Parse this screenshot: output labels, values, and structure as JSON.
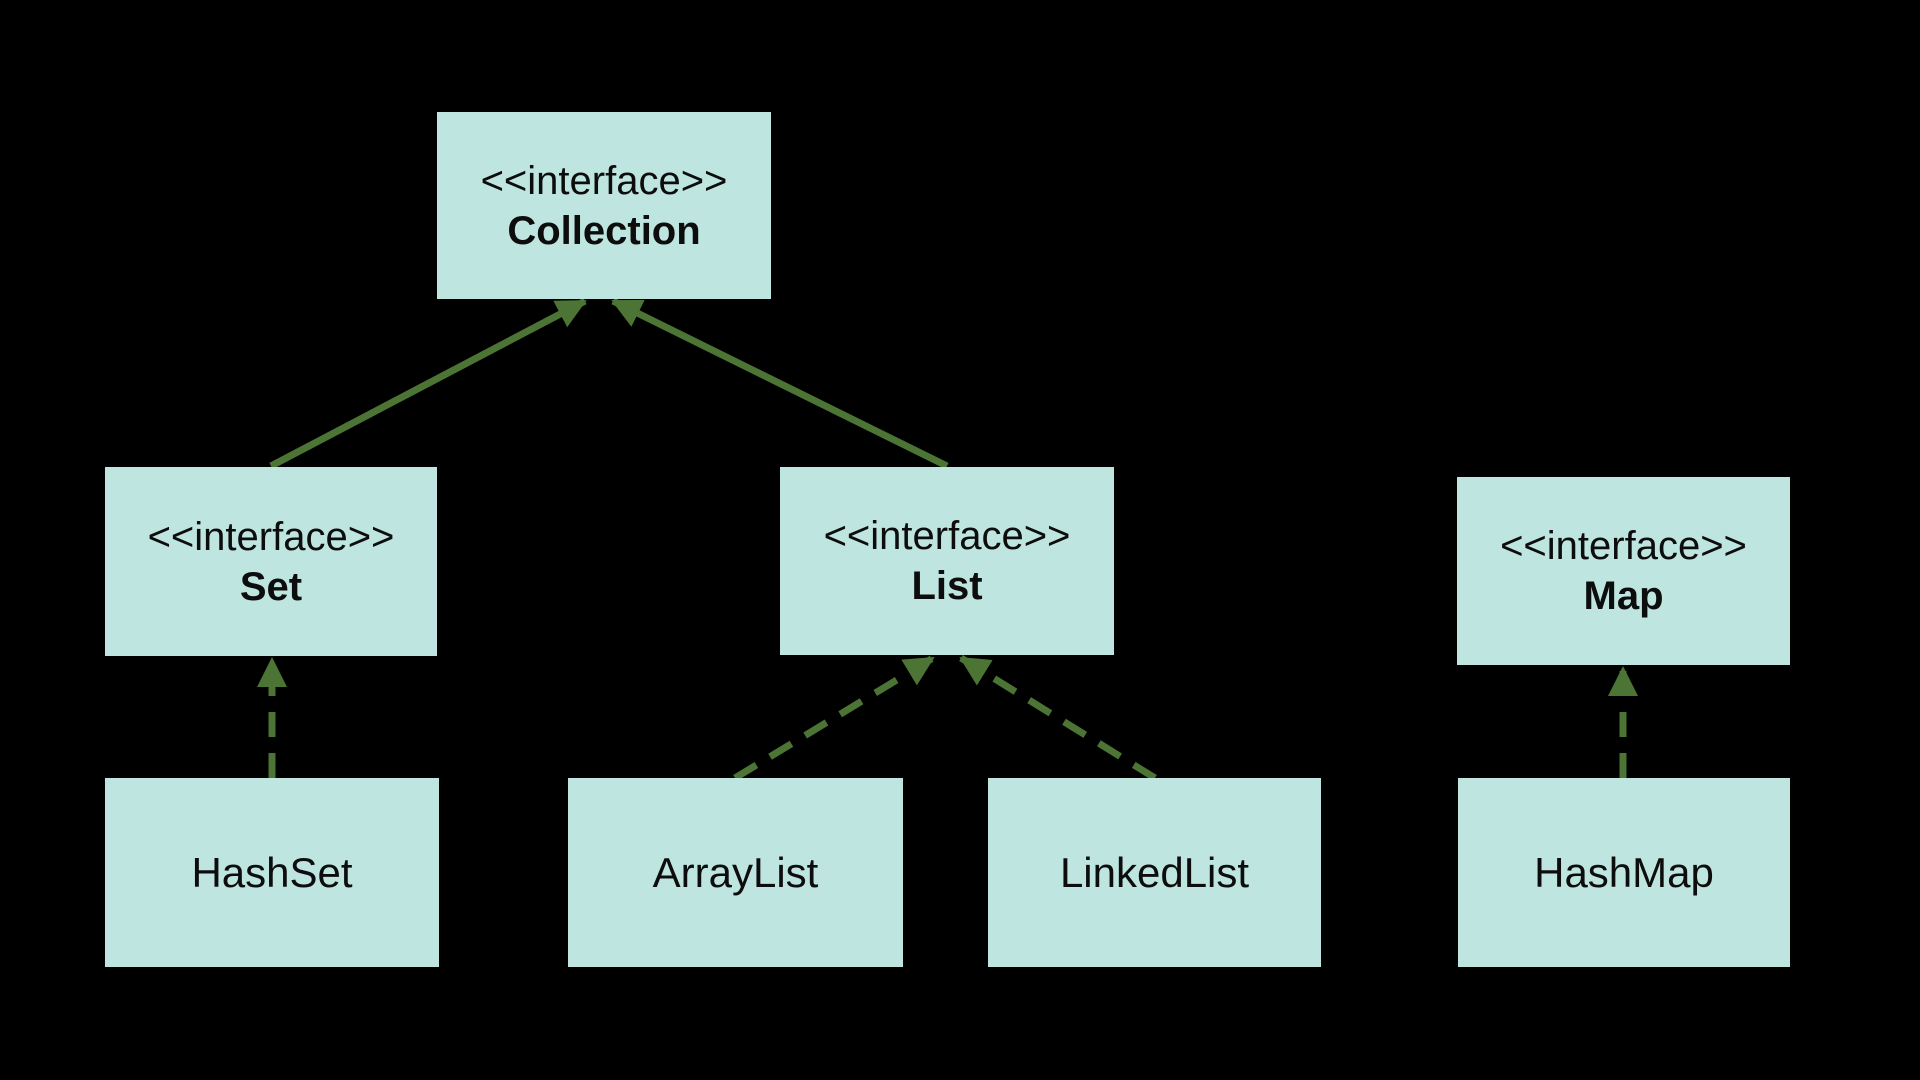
{
  "colors": {
    "background": "#000000",
    "box_fill": "#bee5df",
    "arrow_green": "#4c7434",
    "text": "#0d0d0d"
  },
  "nodes": {
    "collection": {
      "stereotype": "<<interface>>",
      "name": "Collection"
    },
    "set": {
      "stereotype": "<<interface>>",
      "name": "Set"
    },
    "list": {
      "stereotype": "<<interface>>",
      "name": "List"
    },
    "map": {
      "stereotype": "<<interface>>",
      "name": "Map"
    },
    "hashset": {
      "name": "HashSet"
    },
    "arraylist": {
      "name": "ArrayList"
    },
    "linkedlist": {
      "name": "LinkedList"
    },
    "hashmap": {
      "name": "HashMap"
    }
  },
  "edges": [
    {
      "from": "Set",
      "to": "Collection",
      "style": "solid",
      "relation": "extends"
    },
    {
      "from": "List",
      "to": "Collection",
      "style": "solid",
      "relation": "extends"
    },
    {
      "from": "HashSet",
      "to": "Set",
      "style": "dashed",
      "relation": "implements"
    },
    {
      "from": "ArrayList",
      "to": "List",
      "style": "dashed",
      "relation": "implements"
    },
    {
      "from": "LinkedList",
      "to": "List",
      "style": "dashed",
      "relation": "implements"
    },
    {
      "from": "HashMap",
      "to": "Map",
      "style": "dashed",
      "relation": "implements"
    }
  ]
}
